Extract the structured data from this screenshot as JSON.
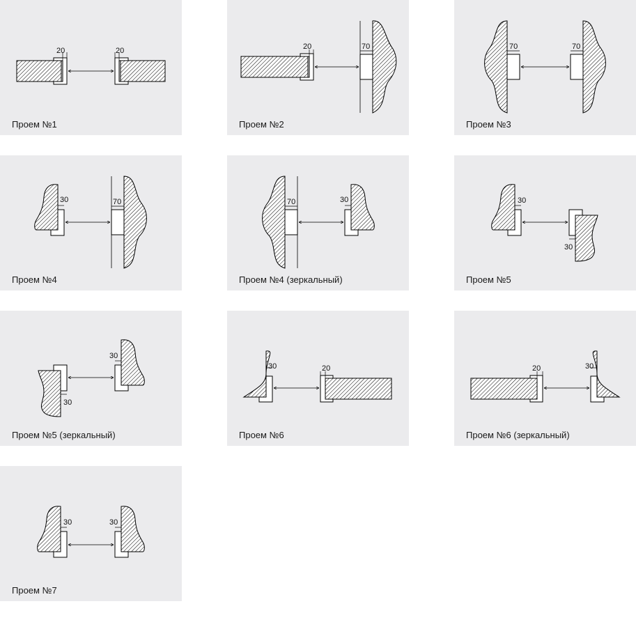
{
  "cards": [
    {
      "caption": "Проем №1",
      "d1": "20",
      "d2": "20"
    },
    {
      "caption": "Проем №2",
      "d1": "20",
      "d2": "70"
    },
    {
      "caption": "Проем №3",
      "d1": "70",
      "d2": "70"
    },
    {
      "caption": "Проем №4",
      "d1": "30",
      "d2": "70"
    },
    {
      "caption": "Проем №4 (зеркальный)",
      "d1": "70",
      "d2": "30"
    },
    {
      "caption": "Проем №5",
      "d1": "30",
      "d2": "30"
    },
    {
      "caption": "Проем №5 (зеркальный)",
      "d1": "30",
      "d2": "30"
    },
    {
      "caption": "Проем №6",
      "d1": "30",
      "d2": "20"
    },
    {
      "caption": "Проем №6 (зеркальный)",
      "d1": "20",
      "d2": "30"
    },
    {
      "caption": "Проем №7",
      "d1": "30",
      "d2": "30"
    }
  ]
}
